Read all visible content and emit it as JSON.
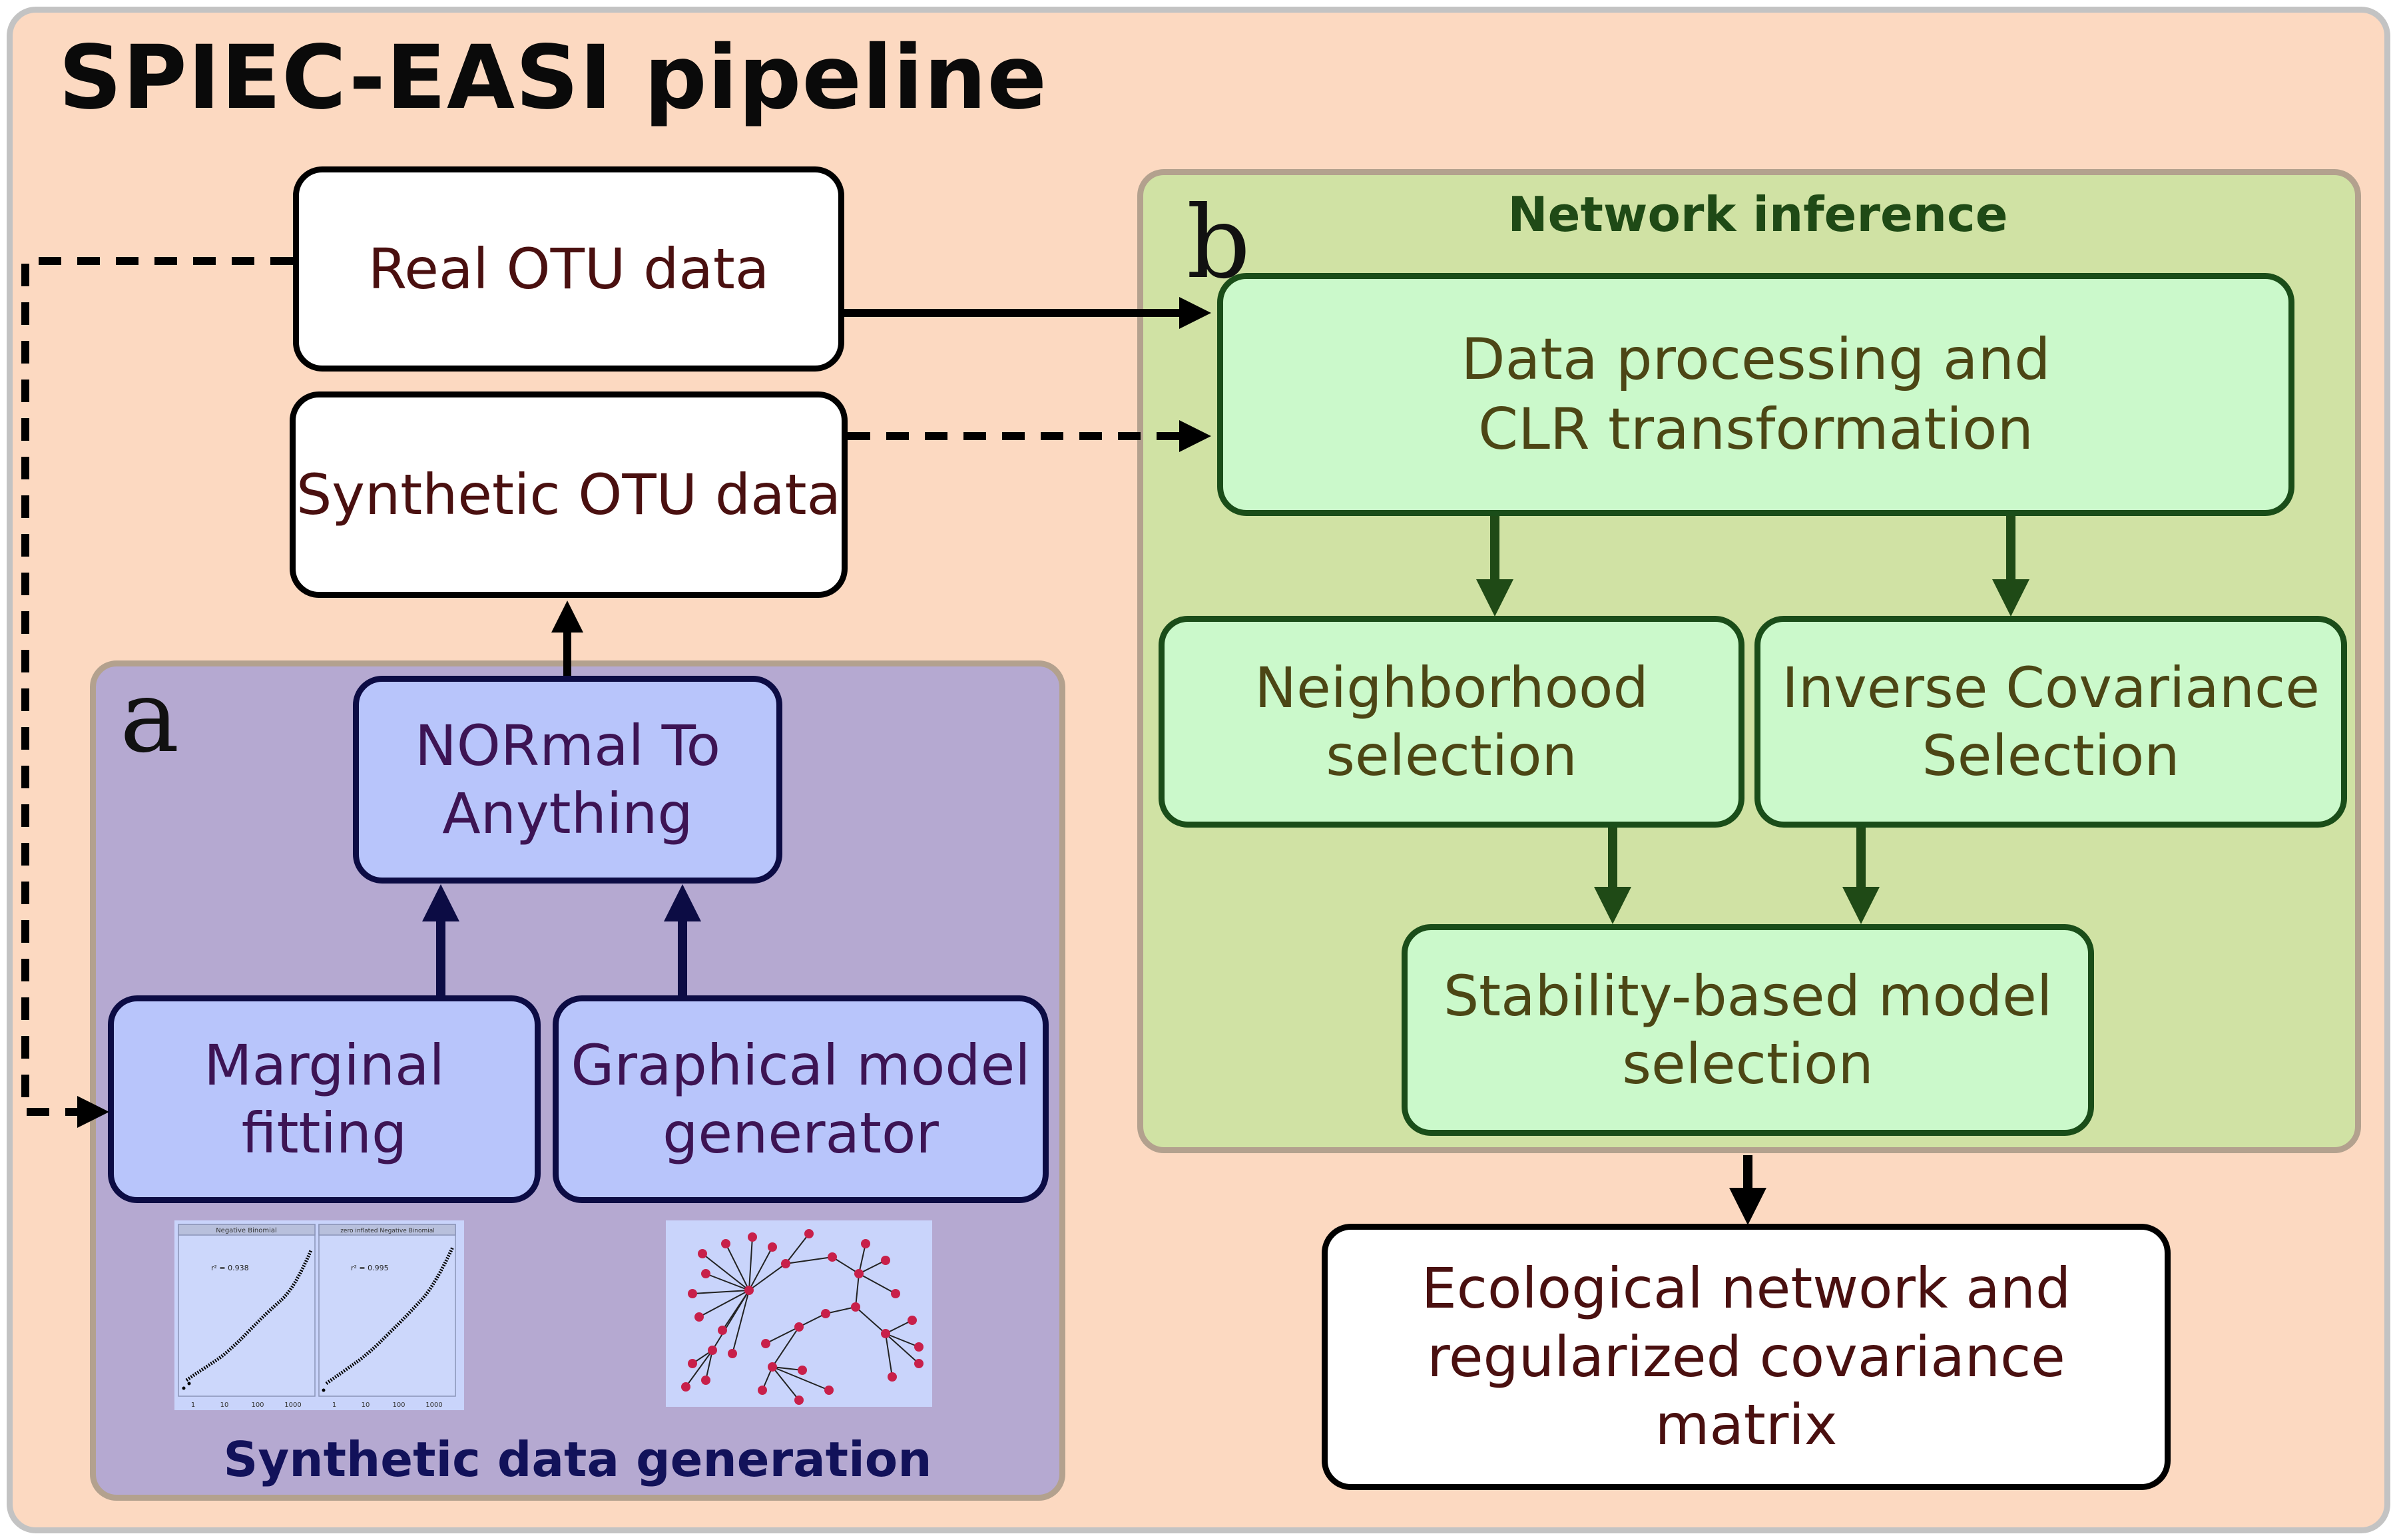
{
  "title": "SPIEC-EASI pipeline",
  "panels": {
    "a": {
      "letter": "a",
      "title": "Synthetic data generation"
    },
    "b": {
      "letter": "b",
      "title": "Network inference"
    }
  },
  "boxes": {
    "real_otu": "Real OTU data",
    "synthetic_otu": "Synthetic OTU data",
    "norta": "NORmal To\nAnything",
    "marginal": "Marginal fitting",
    "graphical": "Graphical model\ngenerator",
    "clr": "Data processing and\nCLR transformation",
    "neighborhood": "Neighborhood\nselection",
    "inverse_cov": "Inverse Covariance\nSelection",
    "stability": "Stability-based model\nselection",
    "output": "Ecological network and\nregularized covariance matrix"
  },
  "qq_plot": {
    "left_title": "Negative Binomial",
    "right_title": "zero inflated Negative Binomial",
    "left_r2": "r² = 0.938",
    "right_r2": "r² = 0.995",
    "x_ticks": [
      "1",
      "10",
      "100",
      "1000"
    ]
  },
  "colors": {
    "background": "#fcd9c1",
    "panel_a": "#b5a9d1",
    "panel_b": "#d0e2a4",
    "panel_b_title": "#1f4a16",
    "panel_a_title": "#12125a",
    "green_arrow": "#1f4a16",
    "node": "#c8204a"
  }
}
